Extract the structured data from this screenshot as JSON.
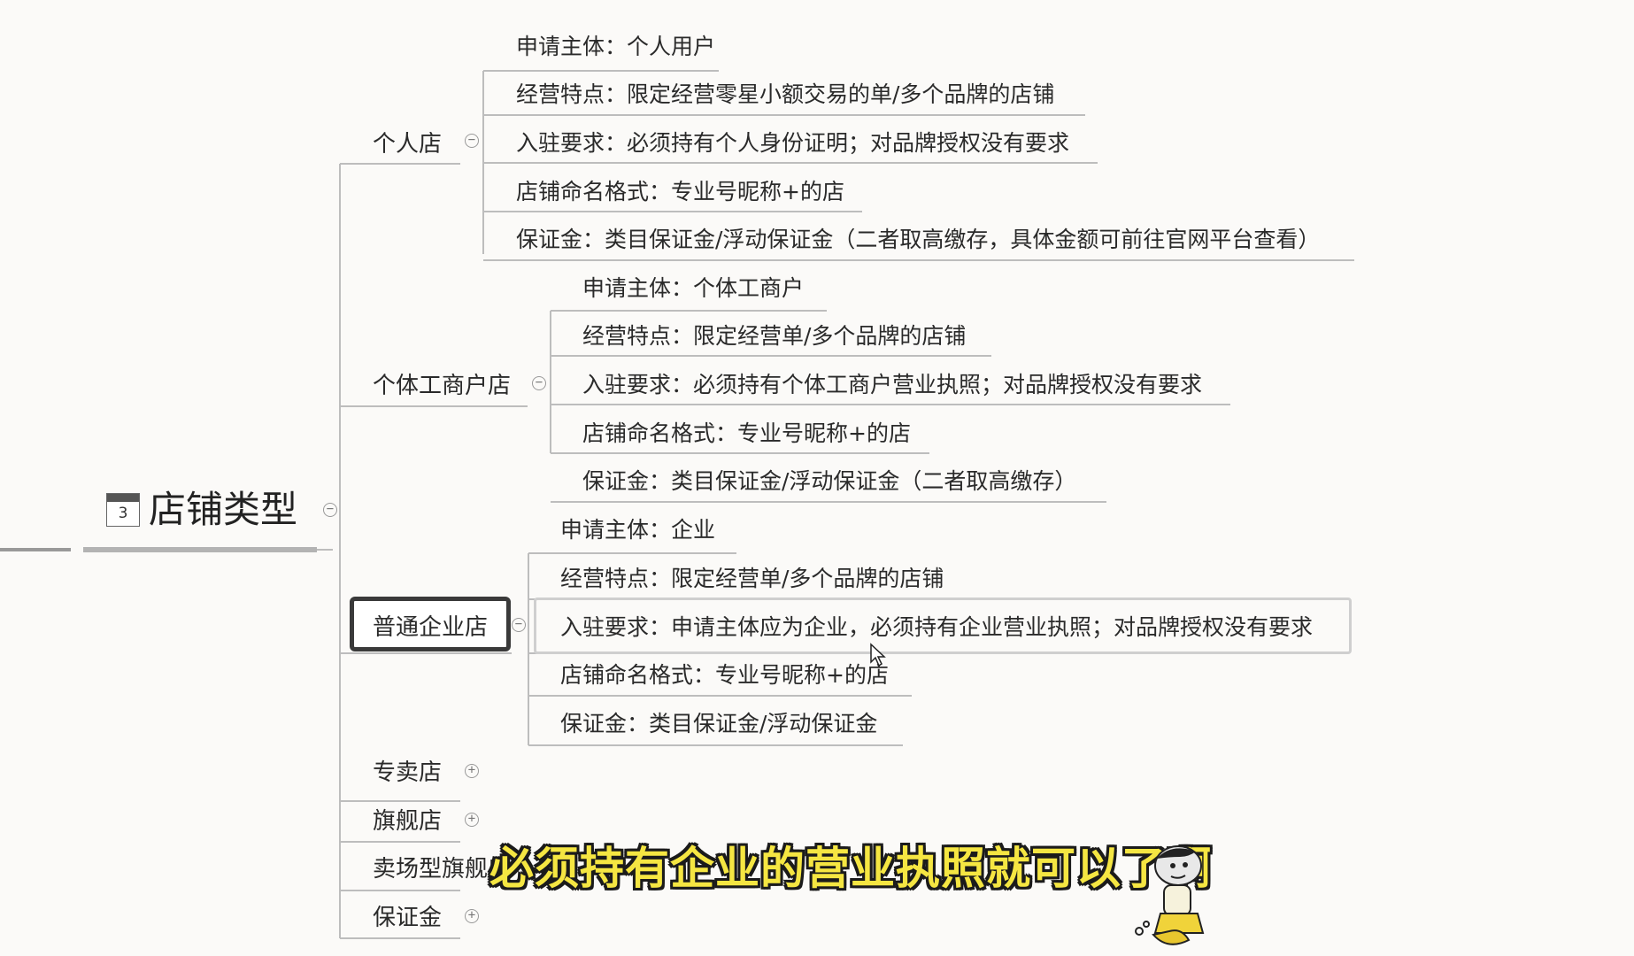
{
  "root": {
    "title": "店铺类型",
    "icon": "calendar-icon",
    "badge": "3"
  },
  "branches": [
    {
      "label": "个人店",
      "toggle": "−",
      "leaves": [
        "申请主体：个人用户",
        "经营特点：限定经营零星小额交易的单/多个品牌的店铺",
        "入驻要求：必须持有个人身份证明；对品牌授权没有要求",
        "店铺命名格式：专业号昵称+的店",
        "保证金：类目保证金/浮动保证金（二者取高缴存，具体金额可前往官网平台查看）"
      ]
    },
    {
      "label": "个体工商户店",
      "toggle": "−",
      "leaves": [
        "申请主体：个体工商户",
        "经营特点：限定经营单/多个品牌的店铺",
        "入驻要求：必须持有个体工商户营业执照；对品牌授权没有要求",
        "店铺命名格式：专业号昵称+的店",
        "保证金：类目保证金/浮动保证金（二者取高缴存）"
      ]
    },
    {
      "label": "普通企业店",
      "toggle": "−",
      "selected": true,
      "leaves": [
        "申请主体：企业",
        "经营特点：限定经营单/多个品牌的店铺",
        "入驻要求：申请主体应为企业，必须持有企业营业执照；对品牌授权没有要求",
        "店铺命名格式：专业号昵称+的店",
        "保证金：类目保证金/浮动保证金"
      ]
    },
    {
      "label": "专卖店",
      "toggle": "+"
    },
    {
      "label": "旗舰店",
      "toggle": "+"
    },
    {
      "label": "卖场型旗舰店",
      "toggle": "+"
    },
    {
      "label": "保证金",
      "toggle": "+"
    }
  ],
  "subtitle": "必须持有企业的营业执照就可以了啊",
  "colors": {
    "line": "#b9b9b9",
    "subtitle_fill": "#f5e642",
    "subtitle_stroke": "#1b1b1b",
    "selected_border": "#3a3a3a"
  }
}
